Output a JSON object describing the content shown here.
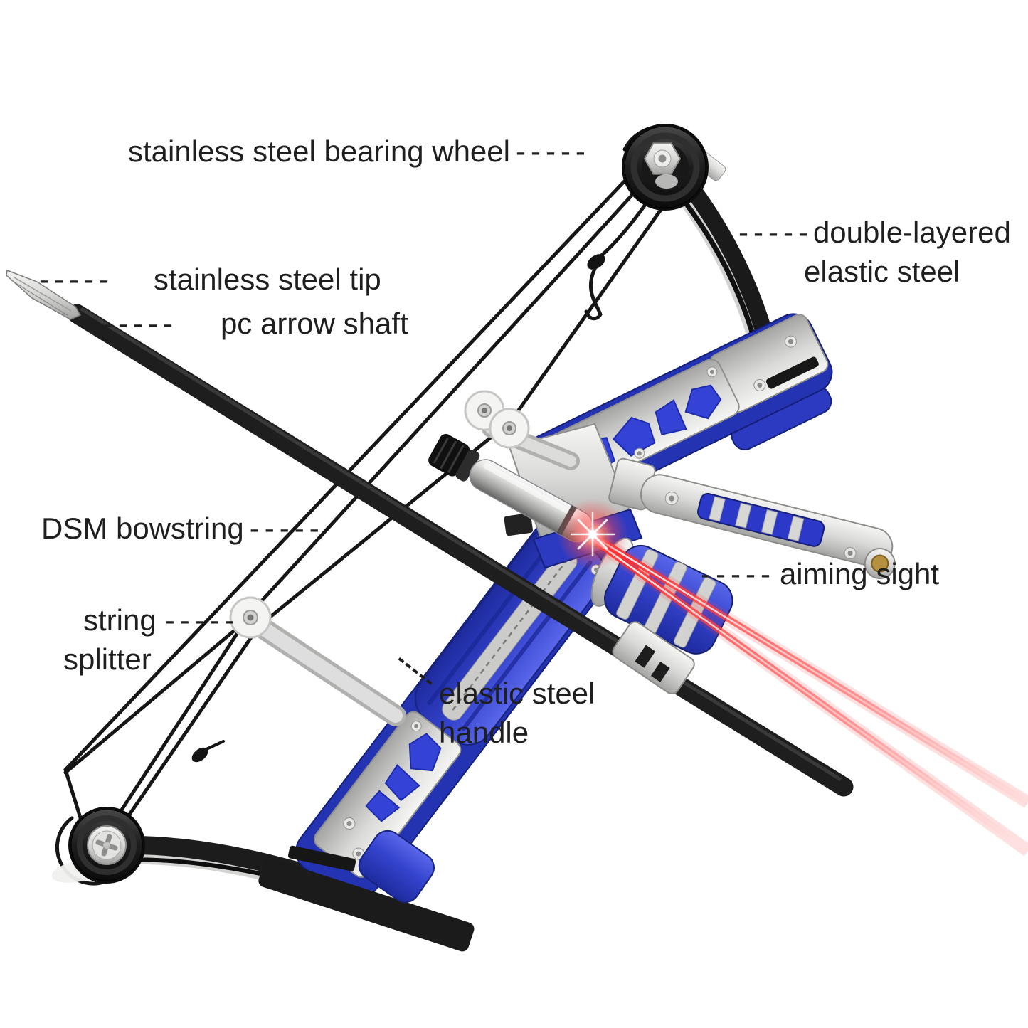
{
  "image_type": "annotated product diagram",
  "product": "mini compound bow with laser aiming sight and arrow",
  "background": "#ffffff",
  "colors": {
    "riser_blue": "#3443cd",
    "riser_blue_dark": "#2230a8",
    "metal_silver": "#d6d6d4",
    "limb_black": "#1a1a1a",
    "string_black": "#161616",
    "laser_red": "#ff3030",
    "roller_white": "#f4f4f2",
    "label_text": "#1f1f1f"
  },
  "callouts": {
    "bearing_wheel": {
      "label": "stainless steel bearing wheel",
      "leader": "-----"
    },
    "double_layered": {
      "leader": "-----",
      "line1": "double-layered",
      "line2": "elastic steel"
    },
    "steel_tip": {
      "leader": "-----",
      "label": "stainless steel tip"
    },
    "arrow_shaft": {
      "leader": "-----",
      "label": "pc arrow shaft"
    },
    "bowstring": {
      "label": "DSM bowstring",
      "leader": "-----"
    },
    "aiming_sight": {
      "leader": "-----",
      "label": "aiming sight"
    },
    "string_splitter": {
      "line1": "string",
      "leader": "-----",
      "line2": "splitter"
    },
    "handle": {
      "line1": "elastic steel",
      "line2": "handle"
    }
  }
}
